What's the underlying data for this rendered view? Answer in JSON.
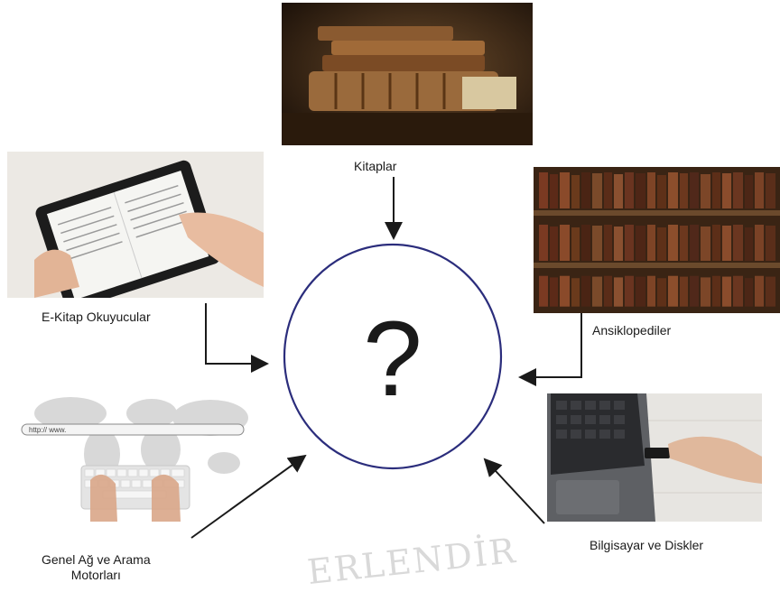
{
  "center": {
    "symbol": "?"
  },
  "sources": {
    "books": {
      "label": "Kitaplar",
      "icon": "old-books-photo"
    },
    "ebook": {
      "label": "E-Kitap Okuyucular",
      "icon": "tablet-reader-photo"
    },
    "encyclopedia": {
      "label": "Ansiklopediler",
      "icon": "bookshelf-photo"
    },
    "web": {
      "label_line1": "Genel Ağ ve Arama",
      "label_line2": "Motorları",
      "icon": "world-map-keyboard-photo",
      "address_text": "http:// www."
    },
    "computer": {
      "label": "Bilgisayar ve Diskler",
      "icon": "laptop-usb-photo"
    }
  },
  "watermark": {
    "text": "ERLENDİR"
  },
  "colors": {
    "circle": "#2b2d7c",
    "arrow": "#1a1a1a"
  }
}
